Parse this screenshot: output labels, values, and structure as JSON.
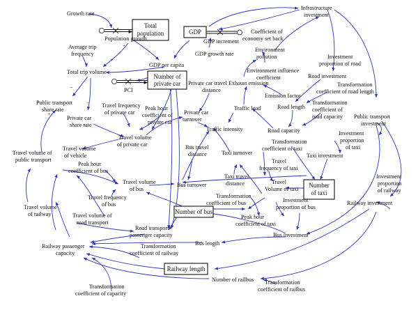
{
  "colors": {
    "edge": "#2a33b8",
    "stock_border": "#111111",
    "background": "#ffffff"
  },
  "stocks": {
    "total_population": [
      "Total",
      "population"
    ],
    "gdp": [
      "GDP"
    ],
    "number_of_private_car": [
      "Number of",
      "private car"
    ],
    "number_of_taxi": [
      "Number",
      "of taxi"
    ],
    "number_of_bus": [
      "Number of bus"
    ],
    "railway_length": [
      "Railway length"
    ]
  },
  "flows": {
    "population_growth": "Population growth",
    "gdp_increment": "GDP increment",
    "pci": "PCI"
  },
  "variables": {
    "growth_rate": [
      "Growth rate"
    ],
    "average_trip_frequency": [
      "Average trip",
      "frequency"
    ],
    "total_trip_volume": [
      "Total trip volume"
    ],
    "gdp_per_capita": [
      "GDP per capita"
    ],
    "gdp_growth_rate": [
      "GDP growth rate"
    ],
    "infrastructure_investment": [
      "Infrastructure",
      "investment"
    ],
    "coefficient_of_economy_set_back": [
      "Coefficient of",
      "economy set back"
    ],
    "environment_pollution": [
      "Environment",
      "pollution"
    ],
    "environment_influence_coefficient": [
      "Environment influence",
      "coefficient"
    ],
    "investment_proportion_of_road": [
      "Investment",
      "proportion of road"
    ],
    "road_investment": [
      "Road investment"
    ],
    "exhaust_emission": [
      "Exhaust emission"
    ],
    "emission_factor": [
      "Emission factor"
    ],
    "transformation_coefficient_of_road_length": [
      "Transformation",
      "coefficient of road length"
    ],
    "road_length": [
      "Road length"
    ],
    "transformation_coefficient_of_road_capacity": [
      "Transformation",
      "coefficient of",
      "road capacity"
    ],
    "traffic_load": [
      "Traffic load"
    ],
    "road_capacity": [
      "Road capacity"
    ],
    "public_transport_investment": [
      "Public transport",
      "investment"
    ],
    "investment_proportion_of_taxi": [
      "Investment",
      "proportion",
      "of taxi"
    ],
    "taxi_investment": [
      "Taxi investment"
    ],
    "transformation_coefficient_of_taxi": [
      "Transformation",
      "coefficient of taxi"
    ],
    "public_transport_share_rate": [
      "Public transport",
      "share rate"
    ],
    "private_car_travel_distance": [
      "Private car travel",
      "distance"
    ],
    "travel_frequency_of_private_car": [
      "Travel frequency",
      "of private car"
    ],
    "peak_hour_coefficient_of_private_car": [
      "Peak hour",
      "coefficient of",
      "private car"
    ],
    "private_car_turnover": [
      "Private car",
      "turnover"
    ],
    "private_car_share_rate": [
      "Private car",
      "share rate"
    ],
    "traffic_intensity": [
      "Traffic intensity"
    ],
    "travel_volume_of_private_car": [
      "Travel volume",
      "of private car"
    ],
    "travel_volume_of_vehicle": [
      "Travel volume",
      "of vehicle"
    ],
    "travel_volume_of_public_transport": [
      "Travel volume of",
      "public transport"
    ],
    "bus_travel_distance": [
      "Bus travel",
      "distance"
    ],
    "taxi_turnover": [
      "Taxi turnover"
    ],
    "taxi_travel_distance": [
      "Taxi travel",
      "distance"
    ],
    "travel_frequency_of_taxi": [
      "Travel",
      "frequency of taxi"
    ],
    "travel_volume_of_taxi": [
      "Travel",
      "Volume of taxi"
    ],
    "investment_proportion_of_railway": [
      "Investment",
      "proportion",
      "of railway"
    ],
    "peak_hour_coefficient_of_bus": [
      "Peak hour",
      "coefficient of bus"
    ],
    "travel_volume_of_bus": [
      "Travel volume",
      "of bus"
    ],
    "bus_turnover": [
      "Bus turnover"
    ],
    "travel_frequency_of_bus": [
      "Travel frequency",
      "of bus"
    ],
    "transformation_coefficient_of_bus": [
      "Transformation",
      "coefficient of bus"
    ],
    "investment_proportion_of_bus": [
      "Investment",
      "proportion of bus"
    ],
    "railway_investment": [
      "Railway investment"
    ],
    "travel_volume_of_railway": [
      "Travel volume",
      "of railway"
    ],
    "travel_volume_of_road_transport": [
      "Travel volume of",
      "road transport"
    ],
    "peak_hour_coefficient_of_taxi": [
      "Peak hour",
      "coefficient of taxi"
    ],
    "road_transport_passenger_capacity": [
      "Road transport",
      "passenger capacity"
    ],
    "bus_investment": [
      "Bus investment"
    ],
    "railway_passenger_capacity": [
      "Railway passenger",
      "capacity"
    ],
    "transformation_coefficient_of_railway": [
      "Transformation",
      "coefficient of railway"
    ],
    "bus_length": [
      "Bus length"
    ],
    "number_of_railbus": [
      "Number of railbus"
    ],
    "transformation_coefficient_of_railbus": [
      "Transformation",
      "coefficient of railbus"
    ],
    "transformation_coefficient_of_capacity": [
      "Transformation",
      "coefficient of capacity"
    ]
  },
  "signs": {
    "plus": "+",
    "minus": "−"
  }
}
